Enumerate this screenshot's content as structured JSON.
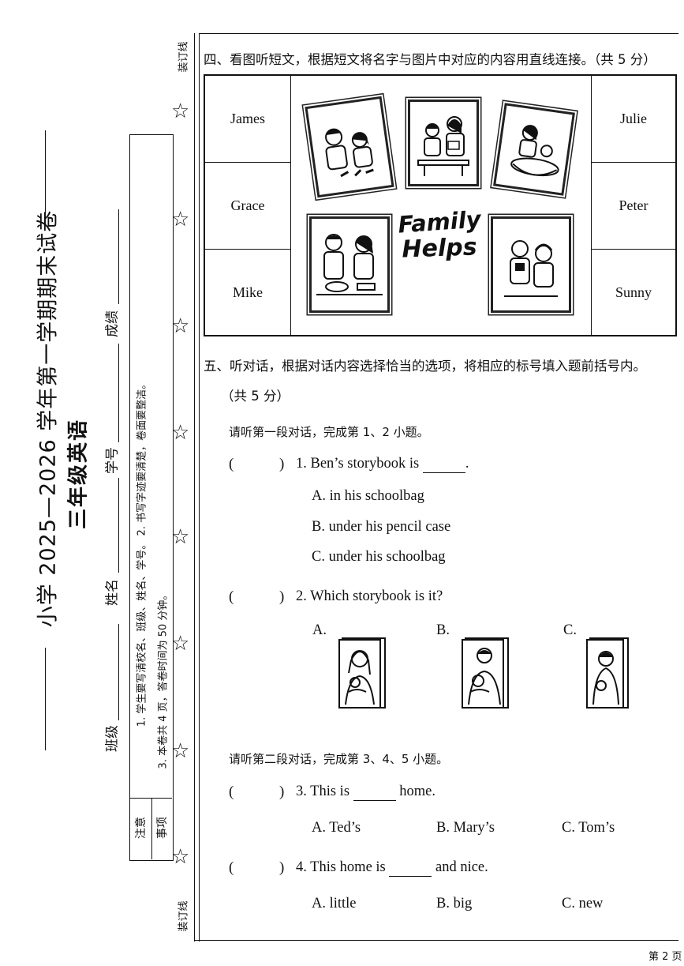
{
  "binding_margin": {
    "title": "小学 2025—2026 学年第一学期期末试卷",
    "subtitle": "三年级英语",
    "fields": {
      "class": "班级",
      "name": "姓名",
      "student_no": "学号",
      "score": "成绩"
    },
    "binding_line_label_top": "装订线",
    "binding_line_label_bottom": "装订线",
    "notice_heading_1": "注意",
    "notice_heading_2": "事项",
    "notice_line_1": "1. 学生要写清校名、班级、姓名、学号。    2. 书写字迹要清楚，卷面要整洁。",
    "notice_line_2": "3. 本卷共 4 页，答卷时间为 50 分钟。",
    "star_symbol": "☆"
  },
  "section4": {
    "heading": "四、看图听短文，根据短文将名字与图片中对应的内容用直线连接。（共 5 分）",
    "left_names": [
      "James",
      "Grace",
      "Mike"
    ],
    "right_names": [
      "Julie",
      "Peter",
      "Sunny"
    ],
    "logo_line_1": "Family",
    "logo_line_2": "Helps"
  },
  "section5": {
    "heading": "五、听对话，根据对话内容选择恰当的选项，将相应的标号填入题前括号内。",
    "points": "（共 5 分）",
    "dialogue1_intro": "请听第一段对话，完成第 1、2 小题。",
    "dialogue2_intro": "请听第二段对话，完成第 3、4、5 小题。",
    "paren_open": "(",
    "paren_close": ")",
    "q1": {
      "stem": "1. Ben’s storybook is",
      "end": ".",
      "options": [
        "A. in his schoolbag",
        "B. under his pencil case",
        "C. under his schoolbag"
      ]
    },
    "q2": {
      "stem": "2. Which storybook is it?",
      "options": [
        "A.",
        "B.",
        "C."
      ]
    },
    "q3": {
      "stem": "3. This is",
      "end": "home.",
      "options": [
        "A. Ted’s",
        "B. Mary’s",
        "C. Tom’s"
      ]
    },
    "q4": {
      "stem": "4. This home is",
      "end": "and nice.",
      "options": [
        "A. little",
        "B. big",
        "C. new"
      ]
    }
  },
  "footer": {
    "page": "第 2 页"
  }
}
